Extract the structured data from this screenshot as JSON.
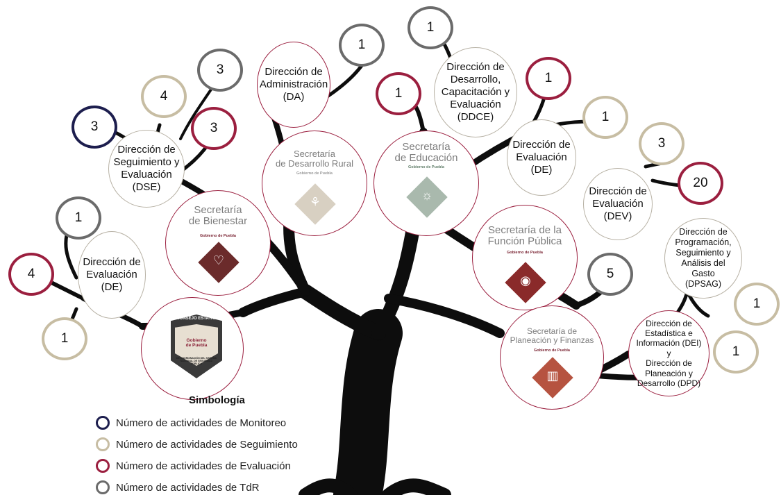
{
  "colors": {
    "trunk": "#0d0d0d",
    "monitoreo": "#1d1e4e",
    "seguimiento": "#c7bda3",
    "evaluacion": "#9b1f3f",
    "tdr": "#6b6b6b",
    "node_border": "#b7b1a4"
  },
  "units": {
    "u1": {
      "name": "Dirección de\nEvaluación\n(DE)"
    },
    "u2": {
      "name": "Dirección de\nSeguimiento y\nEvaluación\n(DSE)"
    },
    "u3": {
      "name": "Dirección de\nAdministración\n(DA)"
    },
    "u4": {
      "name": "Dirección de\nDesarrollo,\nCapacitación y\nEvaluación\n(DDCE)"
    },
    "u5": {
      "name": "Dirección de\nEvaluación\n(DE)"
    },
    "u6": {
      "name": "Dirección de\nEvaluación\n(DEV)"
    },
    "u7": {
      "name": "Dirección de\nProgramación,\nSeguimiento y\nAnálisis del Gasto\n(DPSAG)"
    },
    "u8": {
      "name": "Dirección de\nEstadística e\nInformación (DEI) y\nDirección de\nPlaneación y\nDesarrollo (DPD)"
    }
  },
  "counters": {
    "c1": {
      "value": "1",
      "type": "tdr"
    },
    "c2": {
      "value": "4",
      "type": "evaluacion"
    },
    "c3": {
      "value": "1",
      "type": "seguimiento"
    },
    "c4": {
      "value": "3",
      "type": "monitoreo"
    },
    "c5": {
      "value": "4",
      "type": "seguimiento"
    },
    "c6": {
      "value": "3",
      "type": "tdr"
    },
    "c7": {
      "value": "3",
      "type": "evaluacion"
    },
    "c8": {
      "value": "1",
      "type": "tdr"
    },
    "c9": {
      "value": "1",
      "type": "tdr"
    },
    "c10": {
      "value": "1",
      "type": "evaluacion"
    },
    "c11": {
      "value": "1",
      "type": "evaluacion"
    },
    "c12": {
      "value": "1",
      "type": "seguimiento"
    },
    "c13": {
      "value": "3",
      "type": "seguimiento"
    },
    "c14": {
      "value": "20",
      "type": "evaluacion"
    },
    "c15": {
      "value": "5",
      "type": "tdr"
    },
    "c16": {
      "value": "1",
      "type": "seguimiento"
    },
    "c17": {
      "value": "1",
      "type": "seguimiento"
    }
  },
  "secretarias": {
    "bienestar": {
      "name": "Secretaría\nde Bienestar",
      "sub": "Gobierno de Puebla",
      "color": "#6b2b2b",
      "icon": "hands-heart-icon"
    },
    "desarrollo_rural": {
      "name": "Secretaría\nde Desarrollo Rural",
      "sub": "Gobierno de Puebla",
      "color": "#d8d0c2",
      "icon": "wheat-icon"
    },
    "educacion": {
      "name": "Secretaría\nde Educación",
      "sub": "Gobierno de Puebla",
      "color": "#a9b9ad",
      "icon": "sunrise-icon"
    },
    "funcion_publica": {
      "name": "Secretaría de la\nFunción Pública",
      "sub": "Gobierno de Puebla",
      "color": "#8a2a2a",
      "icon": "eye-icon"
    },
    "planeacion": {
      "name": "Secretaría de\nPlaneación y Finanzas",
      "sub": "Gobierno de Puebla",
      "color": "#b65340",
      "icon": "bar-chart-icon"
    },
    "consejo": {
      "title": "CONSEJO ESTATAL",
      "gob": "Gobierno\nde Puebla",
      "footer": "DE COORDINACIÓN DEL SISTEMA NACIONAL DE SEGURIDAD PÚBLICA"
    }
  },
  "legend": {
    "title": "Simbología",
    "items": [
      {
        "label": "Número de actividades de Monitoreo",
        "type": "monitoreo"
      },
      {
        "label": "Número de actividades de Seguimiento",
        "type": "seguimiento"
      },
      {
        "label": "Número de actividades de Evaluación",
        "type": "evaluacion"
      },
      {
        "label": "Número de actividades de TdR",
        "type": "tdr"
      }
    ]
  }
}
